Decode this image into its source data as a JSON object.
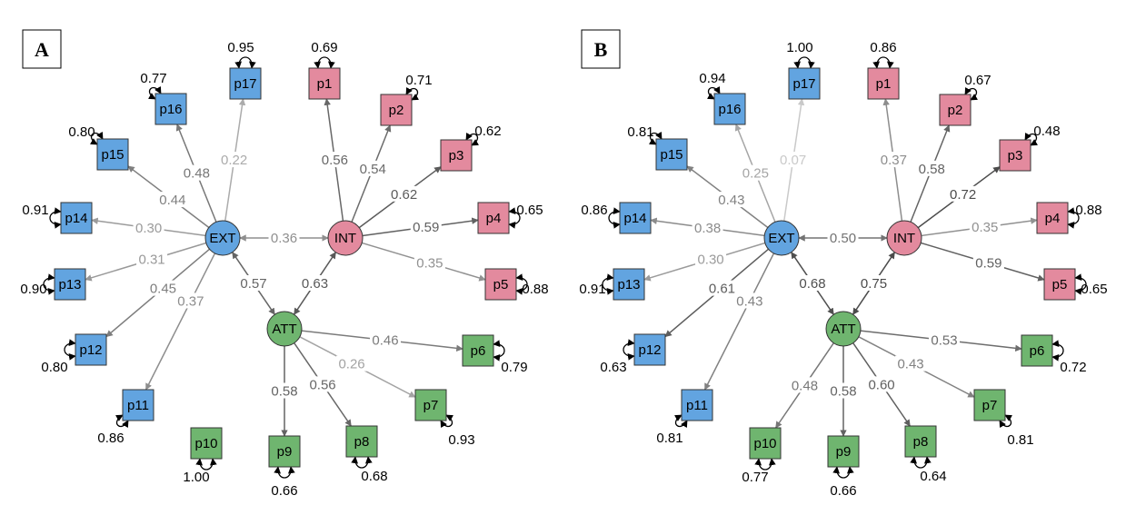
{
  "colors": {
    "EXT": "#62a4e0",
    "INT": "#e38a9e",
    "ATT": "#6fb56f"
  },
  "latents": [
    "EXT",
    "INT",
    "ATT"
  ],
  "items": [
    {
      "id": "p1",
      "factor": "INT"
    },
    {
      "id": "p2",
      "factor": "INT"
    },
    {
      "id": "p3",
      "factor": "INT"
    },
    {
      "id": "p4",
      "factor": "INT"
    },
    {
      "id": "p5",
      "factor": "INT"
    },
    {
      "id": "p6",
      "factor": "ATT"
    },
    {
      "id": "p7",
      "factor": "ATT"
    },
    {
      "id": "p8",
      "factor": "ATT"
    },
    {
      "id": "p9",
      "factor": "ATT"
    },
    {
      "id": "p10",
      "factor": "ATT"
    },
    {
      "id": "p11",
      "factor": "EXT"
    },
    {
      "id": "p12",
      "factor": "EXT"
    },
    {
      "id": "p13",
      "factor": "EXT"
    },
    {
      "id": "p14",
      "factor": "EXT"
    },
    {
      "id": "p15",
      "factor": "EXT"
    },
    {
      "id": "p16",
      "factor": "EXT"
    },
    {
      "id": "p17",
      "factor": "EXT"
    }
  ],
  "panels": [
    {
      "label": "A",
      "loadings": {
        "p1": "0.56",
        "p2": "0.54",
        "p3": "0.62",
        "p4": "0.59",
        "p5": "0.35",
        "p6": "0.46",
        "p7": "0.26",
        "p8": "0.56",
        "p9": "0.58",
        "p10": "",
        "p11": "0.37",
        "p12": "0.45",
        "p13": "0.31",
        "p14": "0.30",
        "p15": "0.44",
        "p16": "0.48",
        "p17": "0.22"
      },
      "residuals": {
        "p1": "0.69",
        "p2": "0.71",
        "p3": "0.62",
        "p4": "0.65",
        "p5": "0.88",
        "p6": "0.79",
        "p7": "0.93",
        "p8": "0.68",
        "p9": "0.66",
        "p10": "1.00",
        "p11": "0.86",
        "p12": "0.80",
        "p13": "0.90",
        "p14": "0.91",
        "p15": "0.80",
        "p16": "0.77",
        "p17": "0.95"
      },
      "correlations": {
        "EXT-INT": "0.36",
        "EXT-ATT": "0.57",
        "INT-ATT": "0.63"
      }
    },
    {
      "label": "B",
      "loadings": {
        "p1": "0.37",
        "p2": "0.58",
        "p3": "0.72",
        "p4": "0.35",
        "p5": "0.59",
        "p6": "0.53",
        "p7": "0.43",
        "p8": "0.60",
        "p9": "0.58",
        "p10": "0.48",
        "p11": "0.43",
        "p12": "0.61",
        "p13": "0.30",
        "p14": "0.38",
        "p15": "0.43",
        "p16": "0.25",
        "p17": "0.07"
      },
      "residuals": {
        "p1": "0.86",
        "p2": "0.67",
        "p3": "0.48",
        "p4": "0.88",
        "p5": "0.65",
        "p6": "0.72",
        "p7": "0.81",
        "p8": "0.64",
        "p9": "0.66",
        "p10": "0.77",
        "p11": "0.81",
        "p12": "0.63",
        "p13": "0.91",
        "p14": "0.86",
        "p15": "0.81",
        "p16": "0.94",
        "p17": "1.00"
      },
      "correlations": {
        "EXT-INT": "0.50",
        "EXT-ATT": "0.68",
        "INT-ATT": "0.75"
      }
    }
  ]
}
